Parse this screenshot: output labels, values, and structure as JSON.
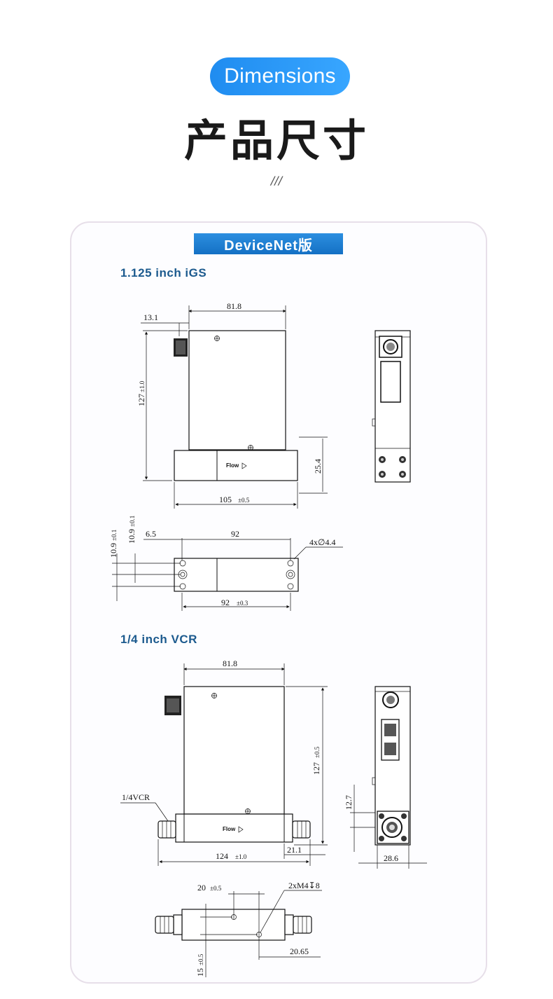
{
  "header": {
    "pill_label": "Dimensions",
    "title": "产品尺寸",
    "divider": "///"
  },
  "card": {
    "tab_label": "DeviceNet版",
    "sections": [
      {
        "title": "1.125 inch iGS",
        "flow_label": "Flow",
        "dims": {
          "top_width": "81.8",
          "left_offset": "13.1",
          "height": "127",
          "height_tol": "±1.0",
          "base_height": "25.4",
          "base_width": "105",
          "base_width_tol": "±0.5",
          "plan_left": "6.5",
          "plan_span": "92",
          "plan_holes": "4x∅4.4",
          "plan_bottom": "92",
          "plan_bottom_tol": "±0.3",
          "plan_v1": "10.9",
          "plan_v1_tol": "±0.1",
          "plan_v2": "10.9",
          "plan_v2_tol": "±0.1"
        }
      },
      {
        "title": "1/4 inch VCR",
        "flow_label": "Flow",
        "dims": {
          "top_width": "81.8",
          "height": "127",
          "height_tol": "±0.5",
          "fitting": "1/4VCR",
          "overall": "124",
          "overall_tol": "±1.0",
          "right_offset": "21.1",
          "side_height": "12.7",
          "side_width": "28.6",
          "plan_offset": "20",
          "plan_offset_tol": "±0.5",
          "plan_thread": "2xM4↧8",
          "plan_right": "20.65",
          "plan_vertical": "15",
          "plan_vertical_tol": "±0.5"
        }
      }
    ]
  }
}
